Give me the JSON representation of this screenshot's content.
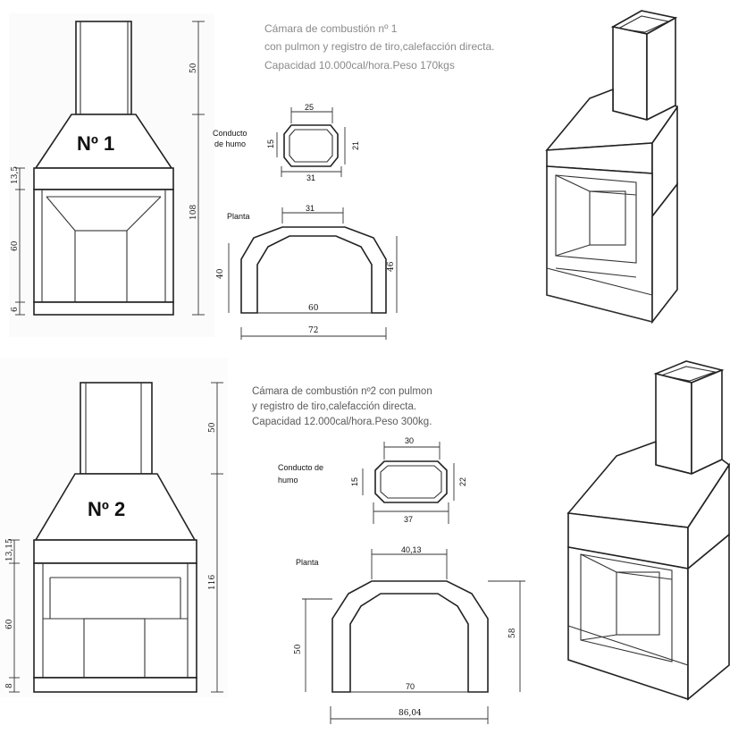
{
  "unit1": {
    "label": "Nº 1",
    "header": [
      "Cámara de combustión nº 1",
      "con pulmon y registro de tiro,calefacción directa.",
      "Capacidad 10.000cal/hora.Peso 170kgs"
    ],
    "flue_label": [
      "Conducto",
      "de humo"
    ],
    "plan_label": "Planta",
    "dims": {
      "chimney_height": "50",
      "hood_height": "13,5",
      "total_height": "108",
      "opening_height": "60",
      "base_height": "6",
      "flue_top": "25",
      "flue_side": "15",
      "flue_right": "21",
      "flue_bottom": "31",
      "plan_top": "31",
      "plan_left": "40",
      "plan_right": "46",
      "plan_inner": "60",
      "plan_outer": "72"
    }
  },
  "unit2": {
    "label": "Nº 2",
    "header": [
      "Cámara de combustión nº2 con pulmon",
      "y registro de tiro,calefacción directa.",
      "Capacidad 12.000cal/hora.Peso 300kg."
    ],
    "flue_label": [
      "Conducto de",
      "humo"
    ],
    "plan_label": "Planta",
    "dims": {
      "chimney_height": "50",
      "hood_height": "13,15",
      "total_height": "116",
      "opening_height": "60",
      "base_height": "8",
      "flue_top": "30",
      "flue_side": "15",
      "flue_right": "22",
      "flue_bottom": "37",
      "plan_top": "40,13",
      "plan_left": "50",
      "plan_right": "58",
      "plan_inner": "70",
      "plan_outer": "86,04"
    }
  }
}
